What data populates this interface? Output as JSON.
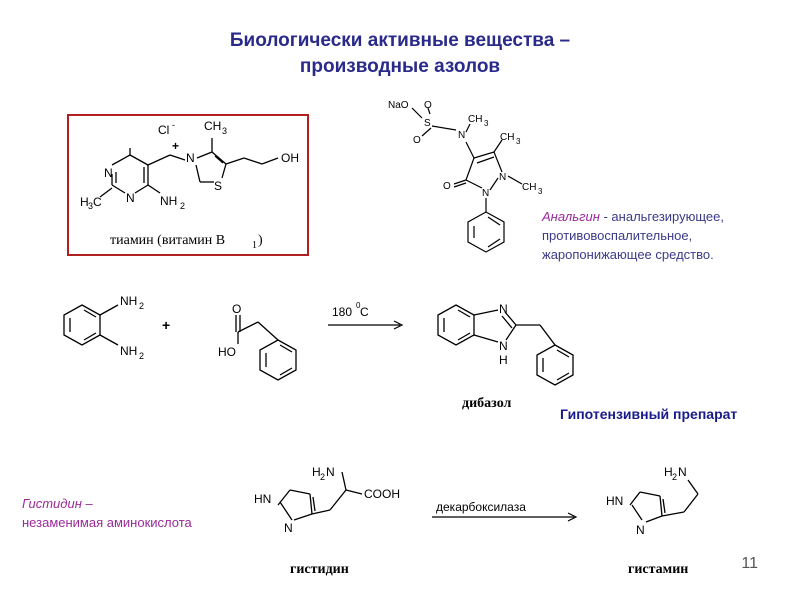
{
  "title": {
    "line1": "Биологически активные вещества –",
    "line2": "производные азолов"
  },
  "thiamine": {
    "caption": "тиамин (витамин B",
    "caption_sub": "1",
    "caption_end": ")",
    "labels": {
      "cl": "Cl",
      "cl_charge": "-",
      "ch3_top": "CH",
      "ch3_top_sub": "3",
      "plus": "+",
      "n_plus": "N",
      "oh": "OH",
      "s": "S",
      "n_ring1": "N",
      "n_ring2": "N",
      "h3c": "H",
      "h3c_sub": "3",
      "h3c_c": "C",
      "nh2": "NH",
      "nh2_sub": "2"
    }
  },
  "analgin": {
    "name": "Анальгин",
    "description_1": " - анальгезирующее,",
    "description_2": "противовоспалительное,",
    "description_3": "жаропонижающее средство.",
    "labels": {
      "nao": "NaO",
      "o1": "O",
      "s": "S",
      "o2": "O",
      "n_methyl": "N",
      "ch3_1": "CH",
      "ch3_1_sub": "3",
      "ch3_2": "CH",
      "ch3_2_sub": "3",
      "o_ketone": "O",
      "n1": "N",
      "n2": "N",
      "ch3_3": "CH",
      "ch3_3_sub": "3"
    }
  },
  "dibazol": {
    "reagent1_nh2_a": "NH",
    "reagent1_nh2_a_sub": "2",
    "reagent1_nh2_b": "NH",
    "reagent1_nh2_b_sub": "2",
    "plus": "+",
    "o": "O",
    "ho": "HO",
    "condition": "180",
    "condition_sup": "0",
    "condition_unit": " C",
    "product_n": "N",
    "product_nh_n": "N",
    "product_nh_h": "H",
    "name": "дибазол",
    "effect": "Гипотензивный препарат"
  },
  "histidine": {
    "label_1": "Гистидин –",
    "label_2": "незаменимая аминокислота",
    "hn": "HN",
    "n": "N",
    "h2n": "H",
    "h2n_sub": "2",
    "h2n_n": "N",
    "cooh": "COOH",
    "enzyme": "декарбоксилаза",
    "name": "гистидин"
  },
  "histamine": {
    "hn": "HN",
    "n": "N",
    "h2n": "H",
    "h2n_sub": "2",
    "h2n_n": "N",
    "name": "гистамин"
  },
  "page_number": "11",
  "colors": {
    "title": "#2a2a8a",
    "frame": "#b02020",
    "purple": "#9a2a9a",
    "blue": "#1a1a8a"
  }
}
